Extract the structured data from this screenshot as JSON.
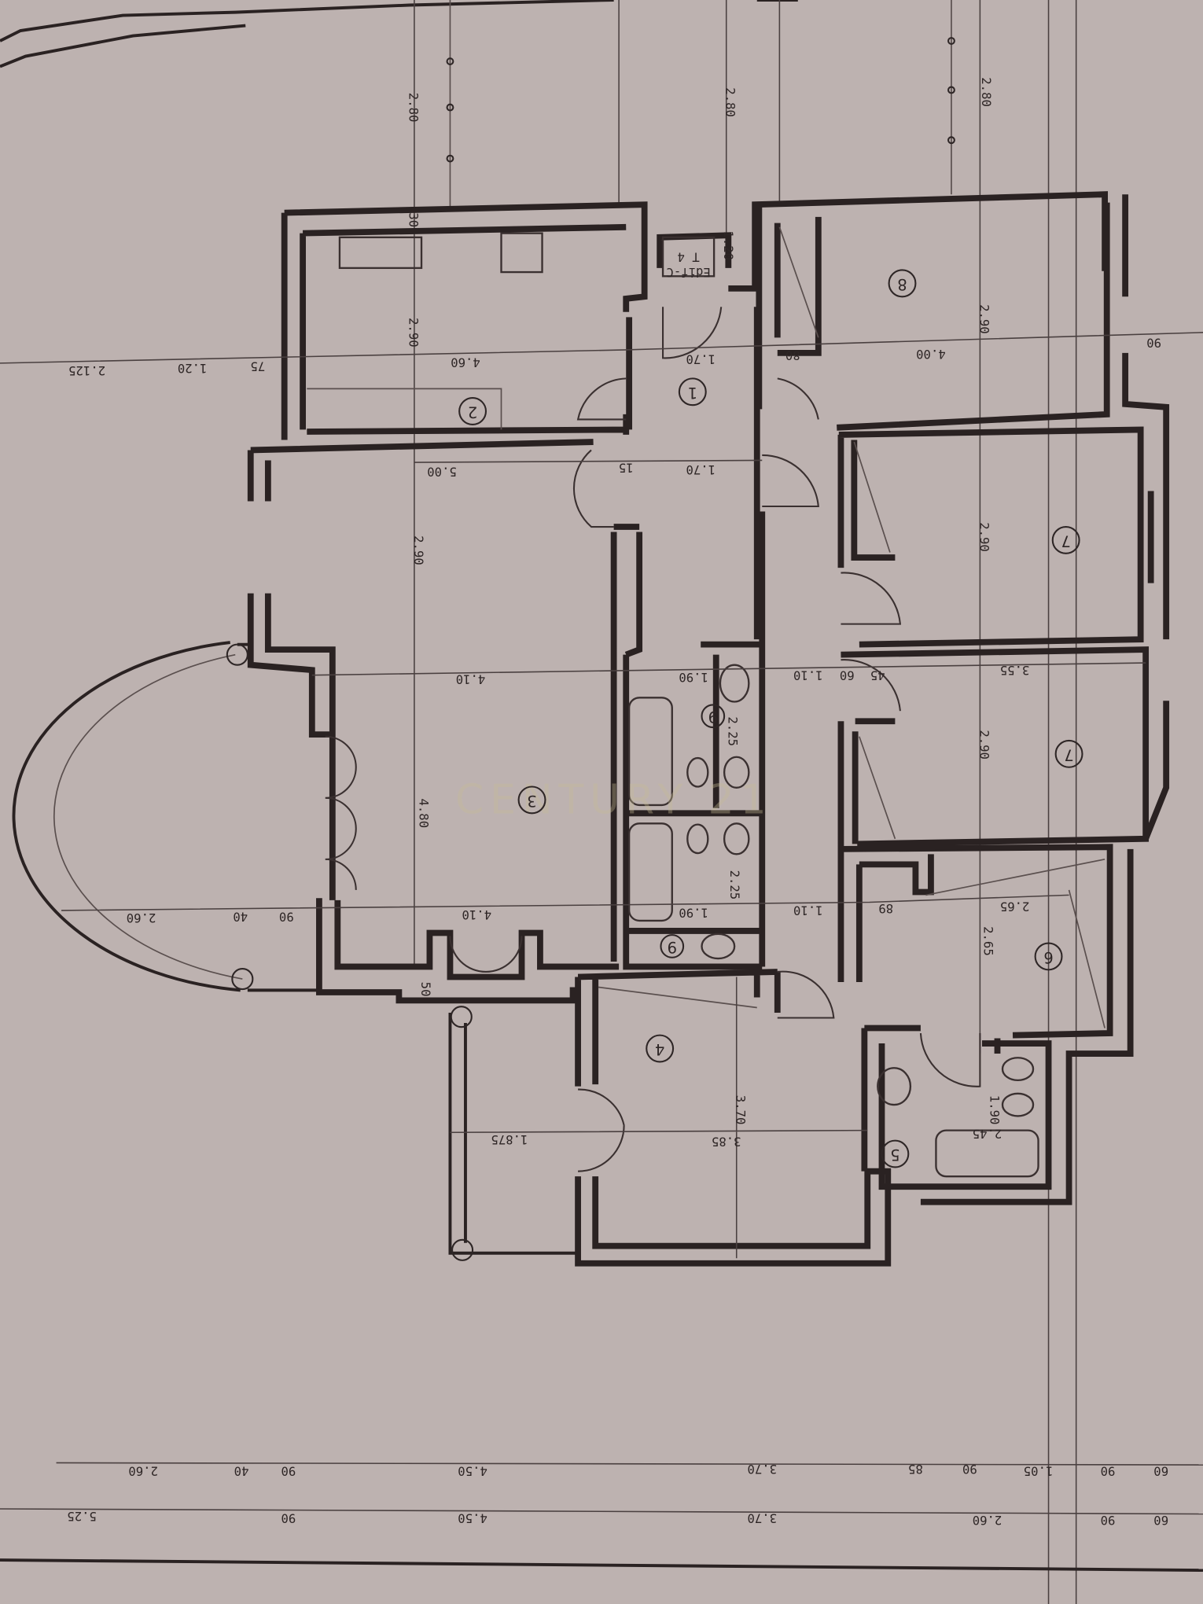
{
  "plan": {
    "building_label_line1": "Edif-C",
    "building_label_line2": "T 4",
    "watermark": "CENTURY 21",
    "rooms": [
      "1",
      "2",
      "3",
      "4",
      "5",
      "6",
      "7",
      "7",
      "8",
      "9",
      "9"
    ],
    "dims": {
      "kitchen_height": "2.90",
      "kitchen_width": "4.60",
      "hall_width_top": "1.70",
      "hall_width_mid": "1.70",
      "entry_h": "1.20",
      "bed8_width": "4.00",
      "bed8_height": "2.90",
      "bed8_closet": "80",
      "bed8_right": "90",
      "living_width_top": "5.00",
      "living_h1": "2.90",
      "living_w2": "4.10",
      "living_h2": "4.80",
      "living_w3": "4.10",
      "bed7a_height": "2.90",
      "bed7b_height": "2.90",
      "bed7b_width": "3.55",
      "bath_w1": "1.90",
      "bath_h1": "2.25",
      "bath_w2": "1.90",
      "bath_h2": "2.25",
      "corr_w1": "1.10",
      "corr_w2": "1.10",
      "room6_w": "2.65",
      "room6_h": "2.65",
      "room5_w": "2.45",
      "room5_h": "1.90",
      "room4_w": "3.85",
      "room4_h": "3.70",
      "terrace_w": "1.875",
      "semi_w": "2.60",
      "left_a": "2.125",
      "left_b": "1.20",
      "left_c": "75",
      "top_a": "2.80",
      "top_b": "2.80",
      "top_c": "2.80",
      "wall_30": "30",
      "wall_15": "15",
      "wall_45": "45",
      "wall_60": "60",
      "wall_50": "50",
      "wall_40": "40",
      "wall_90": "90",
      "wall_89": "89"
    },
    "bottom_row1": [
      "2.60",
      "40",
      "90",
      "4.50",
      "3.70",
      "85",
      "90",
      "1.05",
      "90",
      "60"
    ],
    "bottom_row2": [
      "5.25",
      "90",
      "4.50",
      "3.70",
      "2.60",
      "90",
      "60"
    ]
  }
}
